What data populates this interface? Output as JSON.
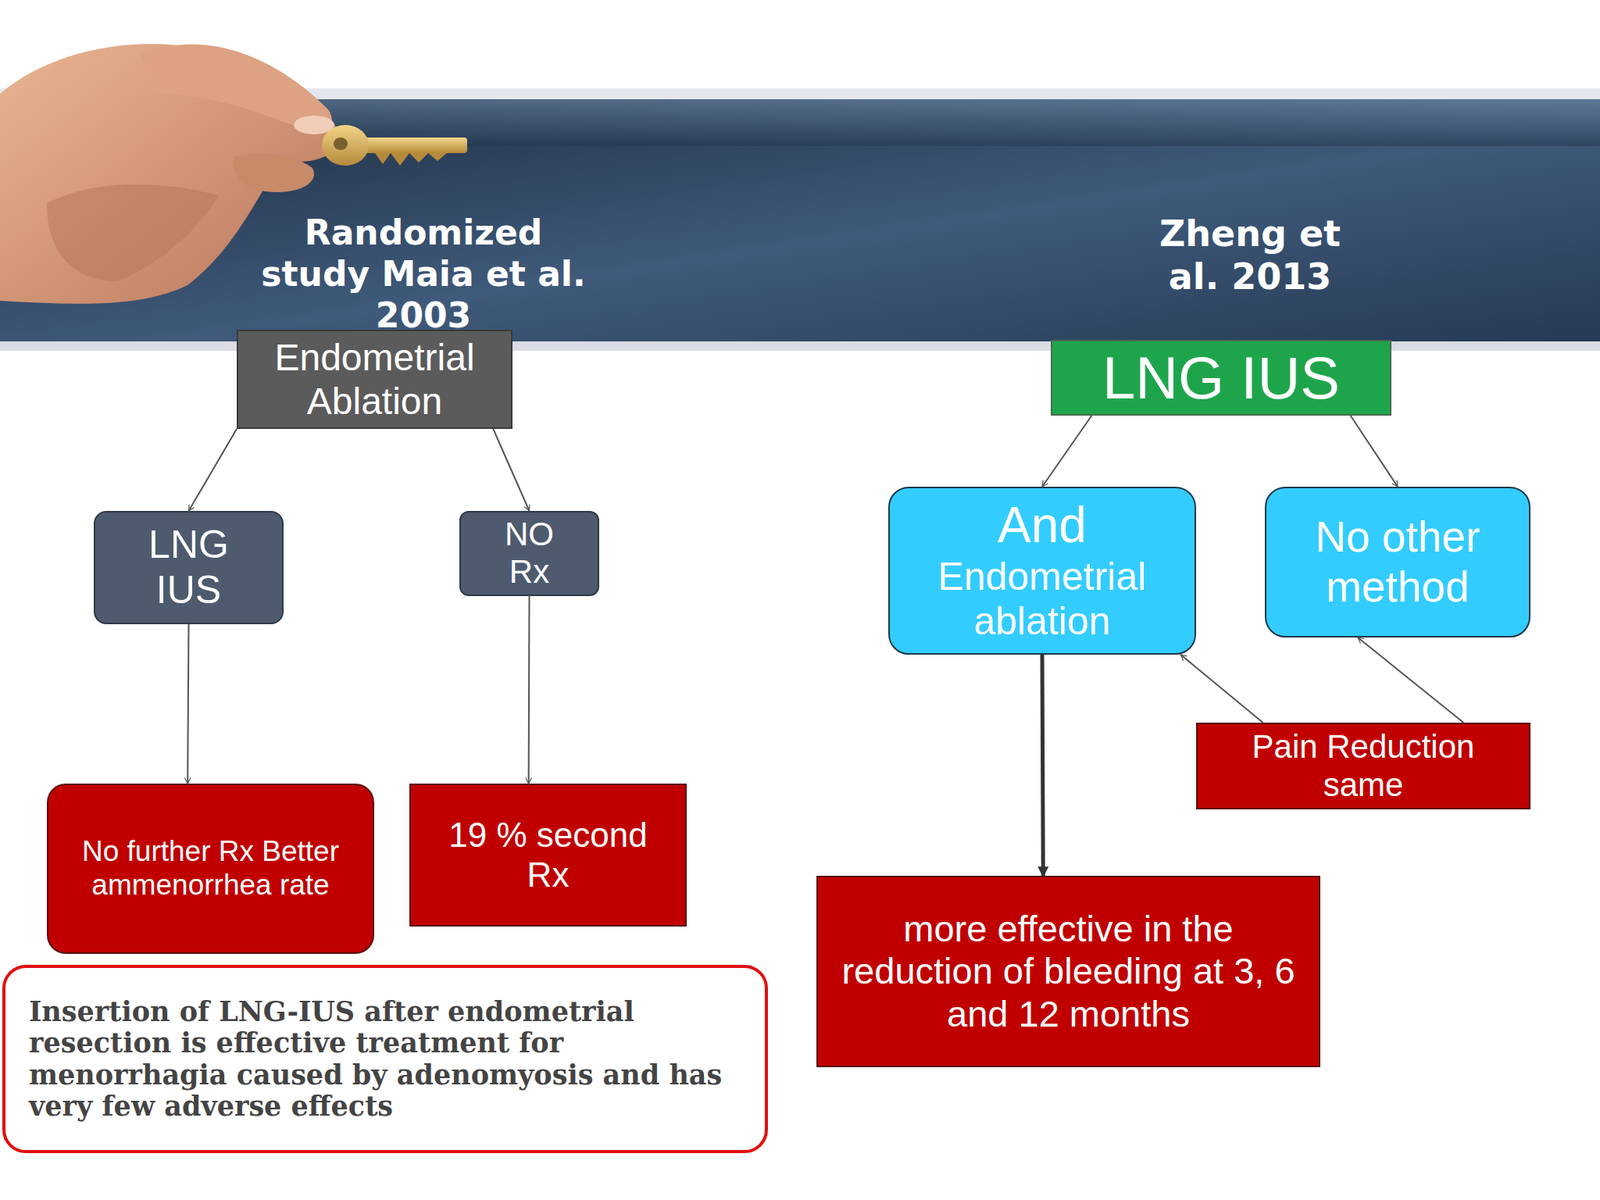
{
  "diagram": {
    "nodes": [
      {
        "text": [
          "Endometrial Ablation"
        ]
      },
      {
        "text": [
          "LNG IUS"
        ]
      },
      {
        "text": [
          "NO Rx"
        ]
      },
      {
        "text": [
          "No further Rx Better ammenorrhea rate"
        ]
      },
      {
        "text": [
          "19 % second Rx"
        ]
      },
      {
        "text": [
          "Insertion of LNG-IUS after endometrial resection is effective treatment for menorrhagia caused by adenomyosis and has very few adverse effects"
        ]
      },
      {
        "text": [
          "LNG IUS"
        ]
      },
      {
        "text": [
          "And",
          "Endometrial ablation"
        ]
      },
      {
        "text": [
          "No other method"
        ]
      },
      {
        "text": [
          "Pain Reduction same"
        ]
      },
      {
        "text": [
          "more effective in the reduction of bleeding at 3, 6 and 12 months"
        ]
      }
    ],
    "edges": [
      {
        "from": 0,
        "to": 1,
        "arrow": "to"
      },
      {
        "from": 0,
        "to": 2,
        "arrow": "to"
      },
      {
        "from": 1,
        "to": 3,
        "arrow": "to"
      },
      {
        "from": 2,
        "to": 4,
        "arrow": "to"
      },
      {
        "from": 6,
        "to": 7,
        "arrow": "to"
      },
      {
        "from": 6,
        "to": 8,
        "arrow": "to"
      },
      {
        "from": 9,
        "to": 7,
        "arrow": "to"
      },
      {
        "from": 9,
        "to": 8,
        "arrow": "to"
      },
      {
        "from": 7,
        "to": 10,
        "arrow": "to"
      }
    ],
    "labels": [
      "Randomized study Maia et al. 2003",
      "Zheng et al. 2013"
    ]
  }
}
